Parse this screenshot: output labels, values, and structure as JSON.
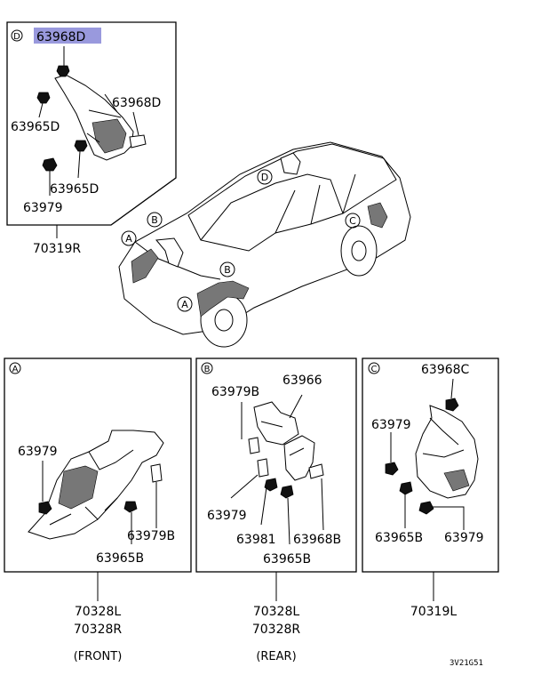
{
  "boxD": {
    "tag": "D",
    "highlight_label": "63968D",
    "labels": [
      "63968D",
      "63965D",
      "63965D",
      "63979"
    ],
    "assembly": "70319R"
  },
  "car": {
    "callouts": [
      "A",
      "B",
      "D",
      "C",
      "B",
      "A"
    ]
  },
  "boxA": {
    "tag": "A",
    "labels": [
      "63979",
      "63979B",
      "63965B"
    ],
    "assembly": [
      "70328L",
      "70328R"
    ],
    "note": "(FRONT)"
  },
  "boxB": {
    "tag": "B",
    "labels": [
      "63979B",
      "63966",
      "63979",
      "63981",
      "63968B",
      "63965B"
    ],
    "assembly": [
      "70328L",
      "70328R"
    ],
    "note": "(REAR)"
  },
  "boxC": {
    "tag": "C",
    "labels": [
      "63968C",
      "63979",
      "63965B",
      "63979"
    ],
    "assembly": "70319L"
  },
  "diagram_code": "3V21G51",
  "colors": {
    "highlight": "#9999dd",
    "ink": "#000000"
  }
}
